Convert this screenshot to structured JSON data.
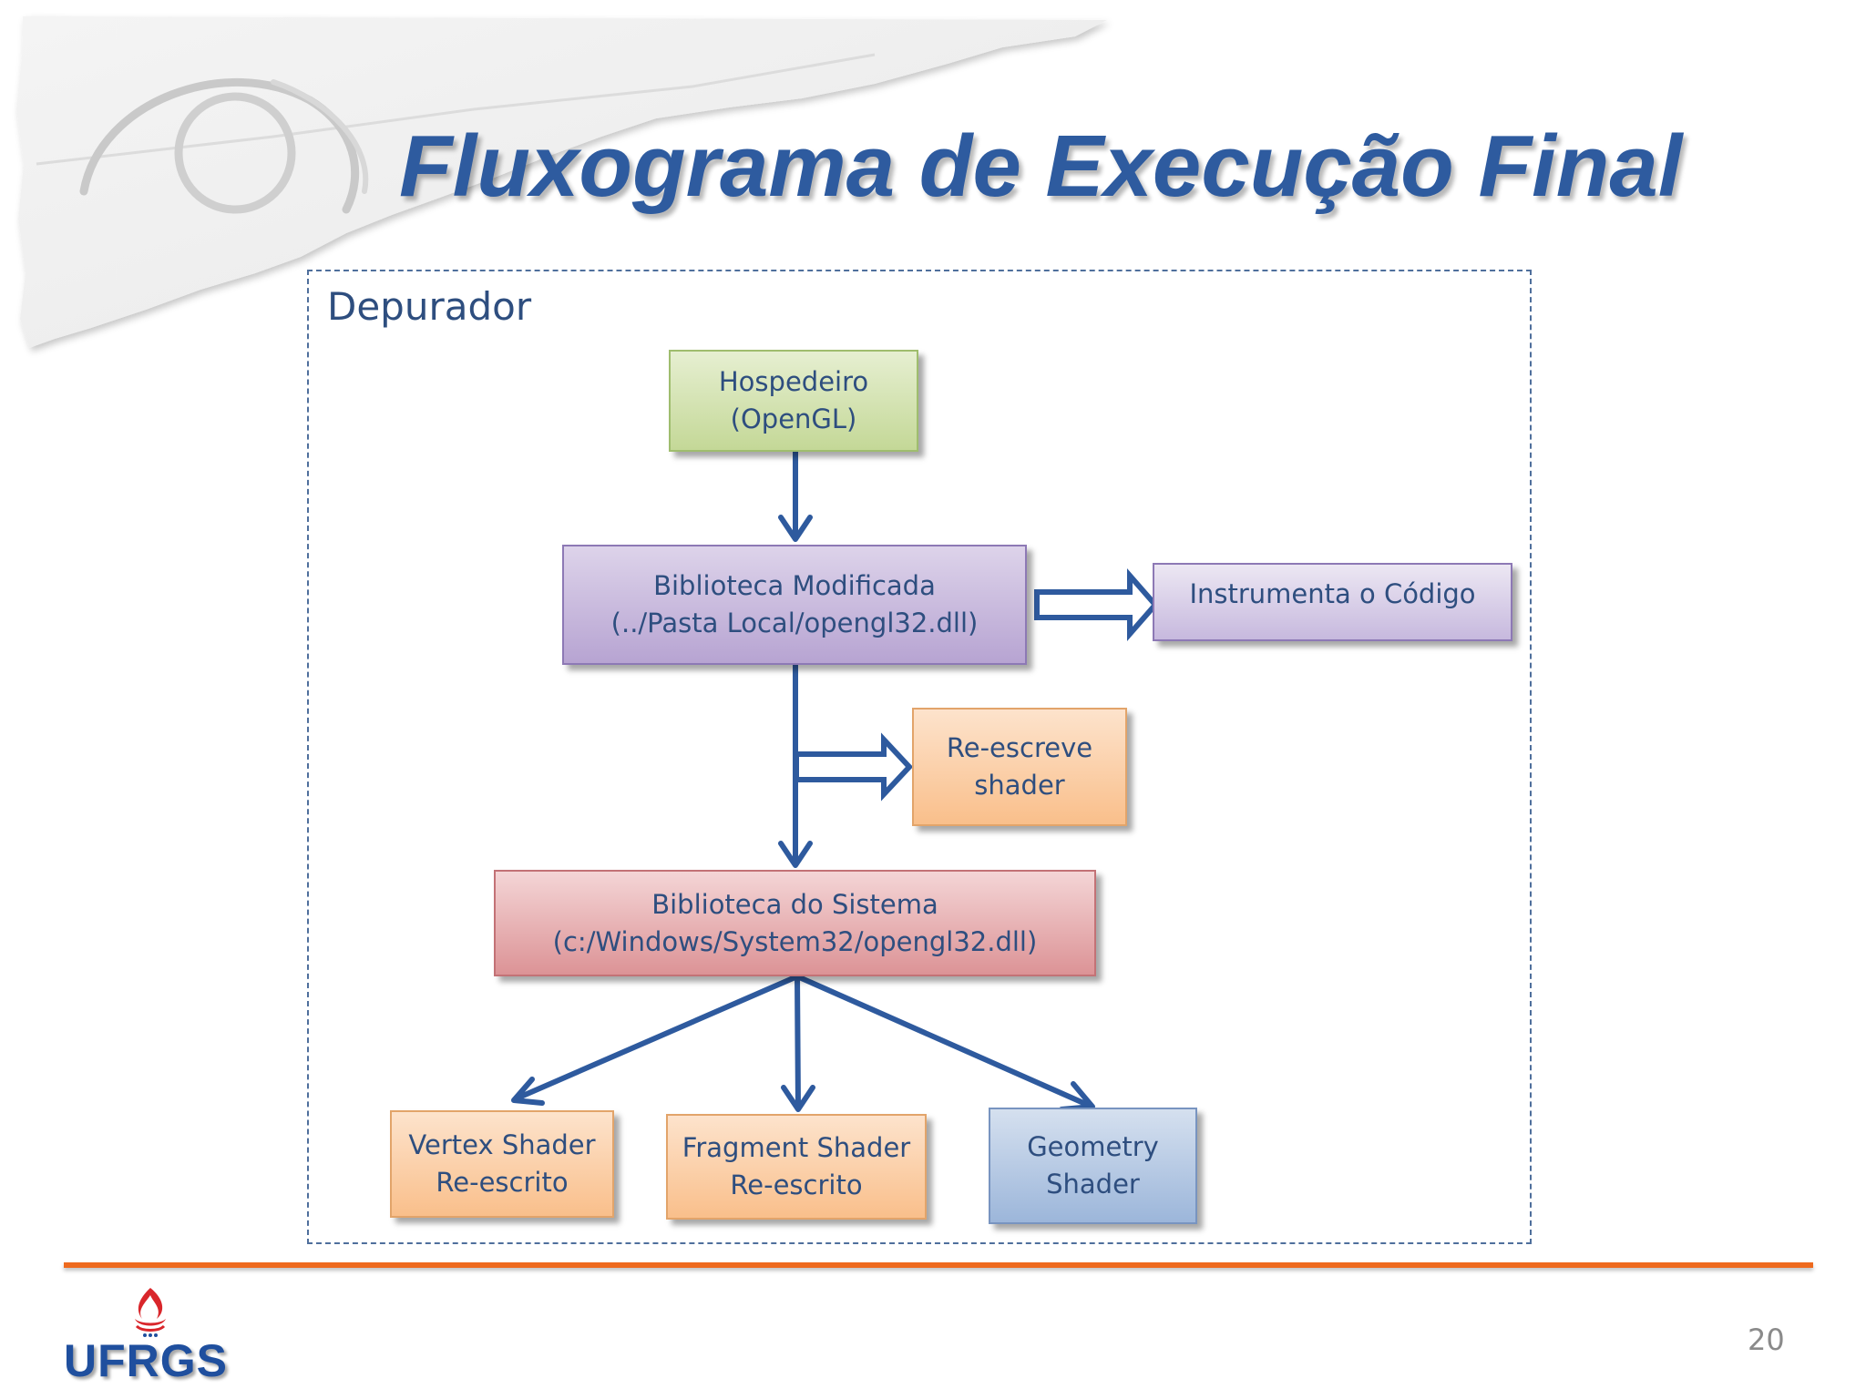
{
  "slide": {
    "title": "Fluxograma de Execução Final",
    "frame_label": "Depurador",
    "page_number": "20",
    "logo_text": "UFRGS"
  },
  "nodes": {
    "hospedeiro": {
      "line1": "Hospedeiro",
      "line2": "(OpenGL)"
    },
    "biblioteca_modificada": {
      "line1": "Biblioteca Modificada",
      "line2": "(../Pasta Local/opengl32.dll)"
    },
    "instrumenta": {
      "line1": "Instrumenta o Código"
    },
    "reescreve": {
      "line1": "Re-escreve",
      "line2": "shader"
    },
    "biblioteca_sistema": {
      "line1": "Biblioteca do Sistema",
      "line2": "(c:/Windows/System32/opengl32.dll)"
    },
    "vertex": {
      "line1": "Vertex Shader",
      "line2": "Re-escrito"
    },
    "fragment": {
      "line1": "Fragment Shader",
      "line2": "Re-escrito"
    },
    "geometry": {
      "line1": "Geometry",
      "line2": "Shader"
    }
  },
  "colors": {
    "title": "#2e5b9f",
    "arrow": "#2e5a9e",
    "rule": "#ee6a1e",
    "logo_flame": "#d9262b",
    "logo_text": "#1f4f9e"
  }
}
